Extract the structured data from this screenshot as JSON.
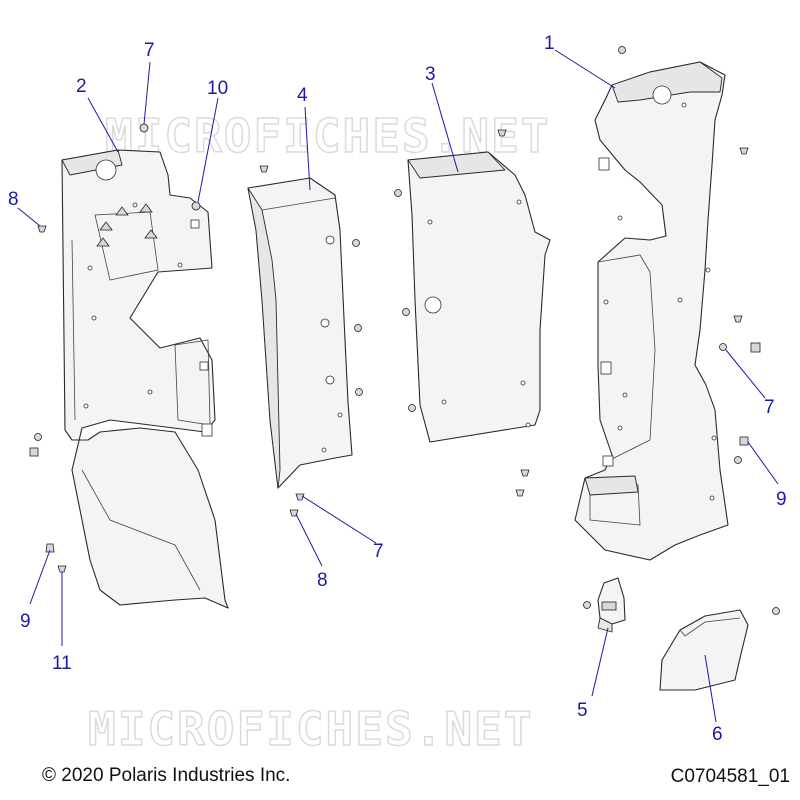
{
  "watermark": "MICROFICHES.NET",
  "copyright": "© 2020 Polaris Industries Inc.",
  "figure_id": "C0704581_01",
  "callouts": {
    "c1": "1",
    "c2": "2",
    "c3": "3",
    "c4": "4",
    "c5": "5",
    "c6": "6",
    "c7a": "7",
    "c7b": "7",
    "c7c": "7",
    "c8a": "8",
    "c8b": "8",
    "c9a": "9",
    "c9b": "9",
    "c10": "10",
    "c11": "11"
  }
}
